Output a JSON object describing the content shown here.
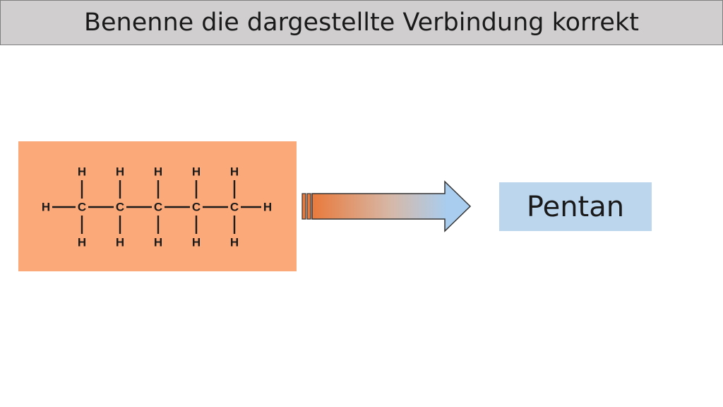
{
  "slide": {
    "title": "Benenne die dargestellte Verbindung korrekt"
  },
  "formula": {
    "carbon_symbol": "C",
    "hydrogen_symbol": "H",
    "carbon_count": 5
  },
  "answer": {
    "text": "Pentan"
  },
  "colors": {
    "title_background": "#d0cecf",
    "formula_background": "#fca97a",
    "answer_background": "#bcd6ee",
    "arrow_start": "#e97a3c",
    "arrow_end": "#a9cdee"
  }
}
